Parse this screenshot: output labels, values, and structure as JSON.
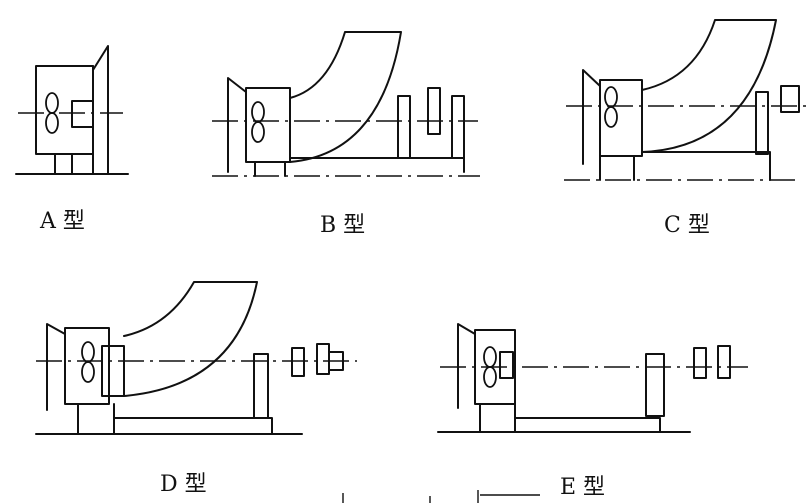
{
  "figure": {
    "labels": {
      "a": "A 型",
      "b": "B 型",
      "c": "C 型",
      "d": "D 型",
      "e": "E 型"
    }
  }
}
